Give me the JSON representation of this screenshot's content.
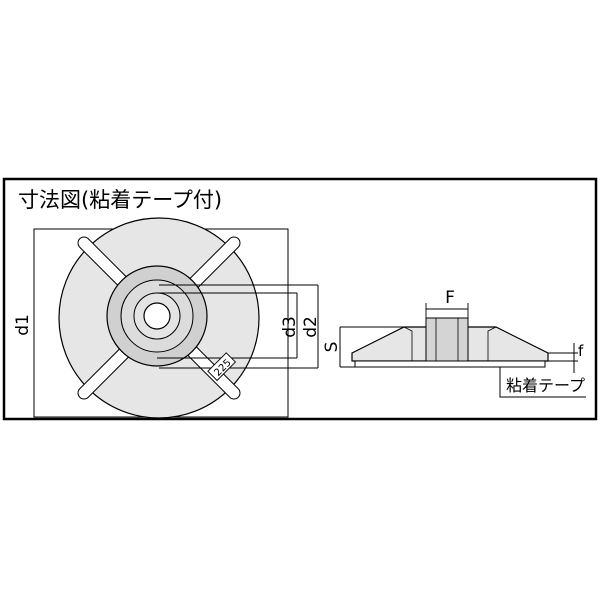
{
  "title": "寸法図(粘着テープ付)",
  "dimensions": {
    "d1": "d1",
    "d2": "d2",
    "d3": "d3",
    "s": "S",
    "f_upper": "F",
    "f_lower": "f",
    "angle": "225"
  },
  "callout": "粘着テープ",
  "colors": {
    "plate_fill": "#e6e6e6",
    "hub_fill": "#cfcfcf",
    "rib_fill": "#ffffff",
    "line": "#000000",
    "border": "#000000"
  }
}
